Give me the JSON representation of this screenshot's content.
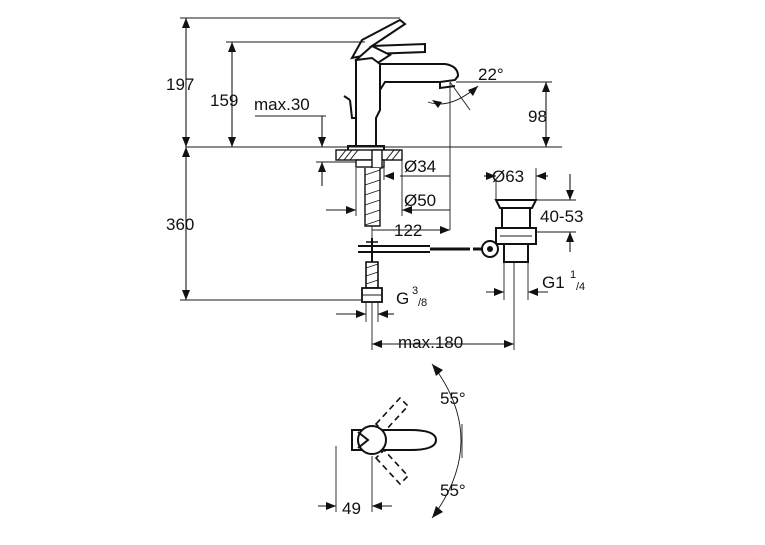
{
  "dimensions": {
    "d197": "197",
    "d159": "159",
    "d_max30": "max.30",
    "d22deg": "22°",
    "d98": "98",
    "d_dia34": "Ø34",
    "d_dia63": "Ø63",
    "d_dia50": "Ø50",
    "d40_53": "40-53",
    "d360": "360",
    "d122": "122",
    "d_g38": "G",
    "d_g38_num": "3",
    "d_g38_den": "/8",
    "d_g114": "G1",
    "d_g114_num": "1",
    "d_g114_den": "/4",
    "d_max180": "max.180",
    "d55_top": "55°",
    "d55_bottom": "55°",
    "d49": "49"
  }
}
